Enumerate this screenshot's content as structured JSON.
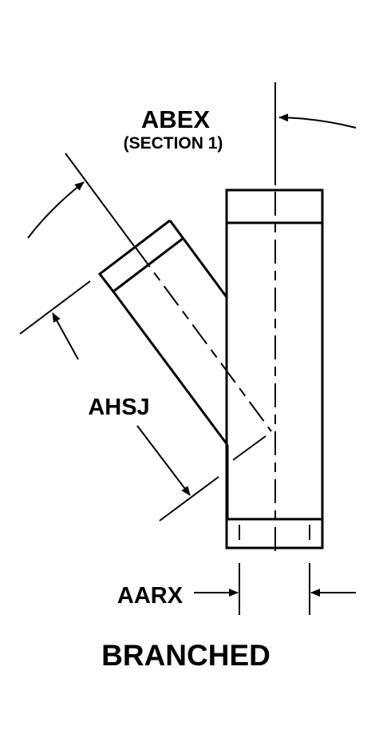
{
  "labels": {
    "abex": "ABEX",
    "abex_sub": "(SECTION 1)",
    "ahsj": "AHSJ",
    "aarx": "AARX",
    "caption": "BRANCHED"
  },
  "colors": {
    "ink": "#000000",
    "background": "#ffffff"
  }
}
